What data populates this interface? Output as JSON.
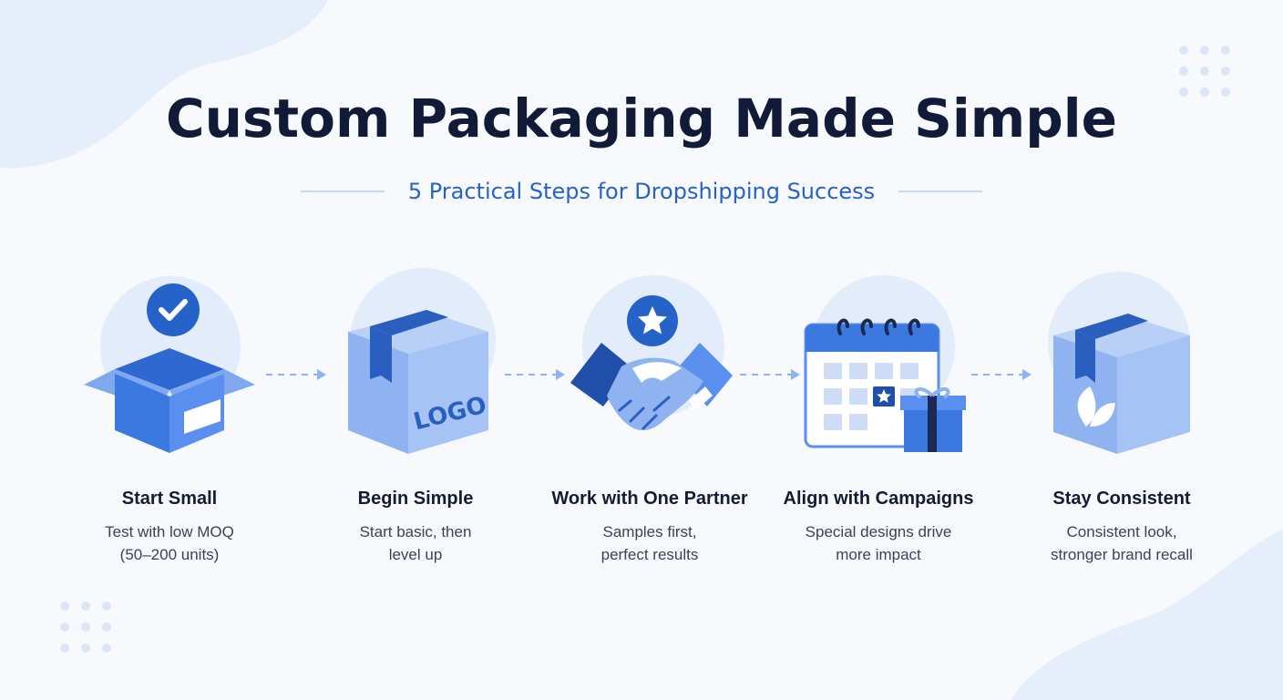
{
  "header": {
    "title": "Custom Packaging Made Simple",
    "subtitle": "5 Practical Steps for Dropshipping Success"
  },
  "colors": {
    "navy": "#111a36",
    "accent": "#2563c9",
    "primary_blue": "#3b78e0",
    "light_blue": "#8fb3f0",
    "pale_circle": "#e3ecfa",
    "dark_blue": "#1f4fa8"
  },
  "steps": [
    {
      "icon": "open-box-check-icon",
      "title": "Start Small",
      "desc": [
        "Test with low MOQ",
        "(50–200 units)"
      ]
    },
    {
      "icon": "logo-box-icon",
      "title": "Begin Simple",
      "desc": [
        "Start basic, then",
        "level up"
      ],
      "box_label": "LOGO"
    },
    {
      "icon": "handshake-star-icon",
      "title": "Work with One Partner",
      "desc": [
        "Samples first,",
        "perfect results"
      ]
    },
    {
      "icon": "calendar-gift-icon",
      "title": "Align with Campaigns",
      "desc": [
        "Special designs drive",
        "more impact"
      ]
    },
    {
      "icon": "eco-box-icon",
      "title": "Stay Consistent",
      "desc": [
        "Consistent look,",
        "stronger brand recall"
      ]
    }
  ]
}
